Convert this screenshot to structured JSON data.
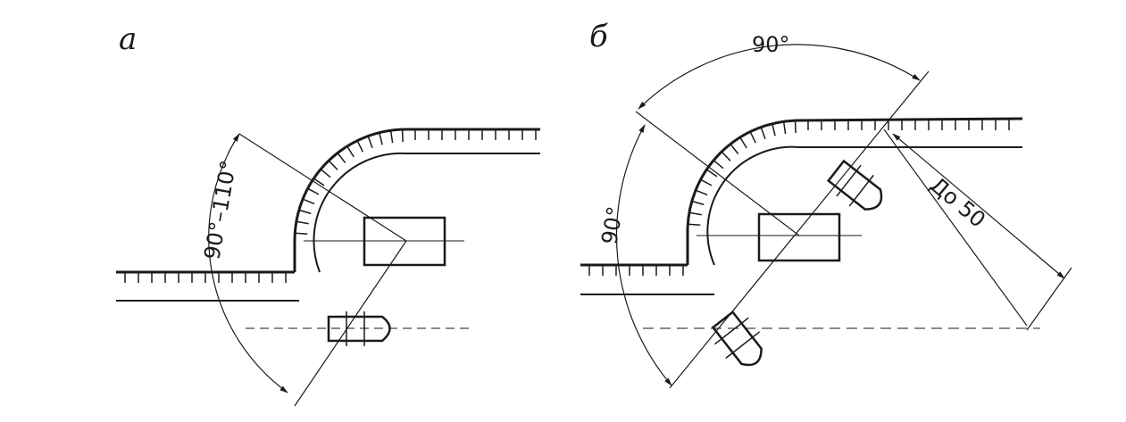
{
  "panels": {
    "a": {
      "label": "а",
      "angle_label": "90°–110°"
    },
    "b": {
      "label": "б",
      "angle_top": "90°",
      "angle_left": "90°",
      "distance_label": "До 50"
    }
  },
  "colors": {
    "ink": "#1a1a1a",
    "background": "#ffffff"
  }
}
